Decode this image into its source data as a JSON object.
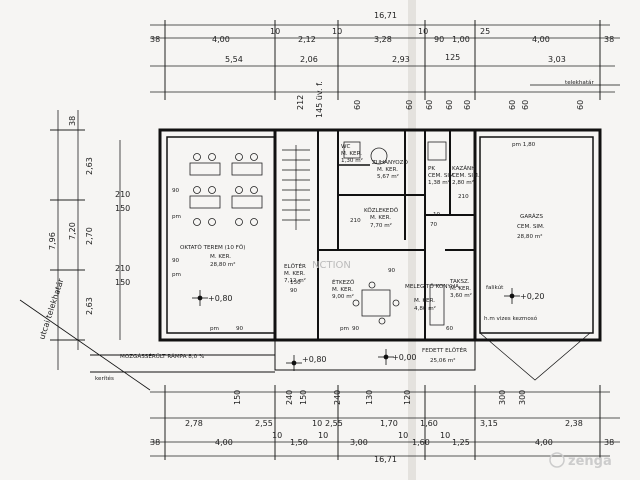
{
  "dimensions": {
    "top_total": "16,71",
    "top_row1": [
      "38",
      "4,00",
      "10",
      "2,12",
      "10",
      "3,28",
      "10",
      "90",
      "1,00",
      "25",
      "4,00",
      "38"
    ],
    "top_row2": [
      "5,54",
      "2,06",
      "2,93",
      "3,03"
    ],
    "top_row3": [
      "212",
      "145 üv. f.",
      "60",
      "60",
      "60",
      "125",
      "60",
      "60",
      "60",
      "60",
      "60"
    ],
    "bottom_total": "16,71",
    "bottom_row1": [
      "2,78",
      "2,55",
      "10",
      "2,55",
      "1,70",
      "1,60",
      "3,15",
      "2,38"
    ],
    "bottom_row2": [
      "38",
      "4,00",
      "10",
      "1,50",
      "10",
      "3,00",
      "10",
      "1,60",
      "10",
      "1,25",
      "4,00",
      "38"
    ],
    "bottom_row3": [
      "150",
      "240",
      "150",
      "240",
      "130",
      "120",
      "300",
      "300"
    ],
    "left_total": "7,96",
    "left_outer": [
      "38",
      "2,63",
      "2,70",
      "2,63"
    ],
    "left_inner": [
      "7,20",
      "2,63",
      "2,70",
      "2,63"
    ],
    "window_labels": [
      "210",
      "150",
      "210",
      "150"
    ],
    "small_marks": [
      "90",
      "90",
      "pm",
      "pm",
      "pm",
      "pm",
      "90",
      "90",
      "90",
      "130",
      "90",
      "70",
      "10",
      "210",
      "210",
      "60"
    ]
  },
  "rooms": {
    "classroom": {
      "name": "OKTATÓ TEREM (10 FŐ)",
      "floor": "M. KER.",
      "area": "28,80 m²",
      "level": "+0,80"
    },
    "restroom": {
      "name": "ZUHANYOZÓ",
      "floor": "M. KER.",
      "area": "5,67 m²"
    },
    "wc": {
      "name": "WC",
      "floor": "M. KER.",
      "area": "1,30 m²"
    },
    "corridor": {
      "name": "KÖZLEKEDŐ",
      "floor": "M. KER.",
      "area": "7,70 m²"
    },
    "hall": {
      "name": "ELŐTÉR",
      "floor": "M. KER.",
      "area": "7,12 m²"
    },
    "dining": {
      "name": "ÉTKEZŐ",
      "floor": "M. KER.",
      "area": "9,00 m²"
    },
    "kitchen": {
      "name": "MELEGÍTŐ KONYHA",
      "floor": "M. KER.",
      "area": "4,80 m²"
    },
    "storage": {
      "name": "TAKSZ.",
      "floor": "M. KER.",
      "area": "3,60 m²"
    },
    "boiler": {
      "name": "KAZÁNH.",
      "floor": "CEM. SIM.",
      "area": "2,80 m²"
    },
    "pk": {
      "name": "PK",
      "floor": "CEM. SIM.",
      "area": "1,38 m²"
    },
    "garage": {
      "name": "GARÁZS",
      "floor": "CEM. SIM.",
      "area": "28,80 m²",
      "level": "+0,20"
    },
    "porch": {
      "name": "FEDETT ELŐTÉR",
      "area": "25,06 m²"
    }
  },
  "labels": {
    "property_line": "telekhatár",
    "street_property_line": "utcai telekhatár",
    "ramp": "MOZGÁSSÉRÜLT RÁMPA 8,0 %",
    "gate": "kerítés",
    "level_ramp": "+0,80",
    "level_porch": "+0,00",
    "tap": "falikút",
    "meter": "h.m vizes kezmosó",
    "pm1": "pm 1,80"
  },
  "watermark": {
    "brand": "zenga",
    "site_fragment": "NCTION"
  },
  "colors": {
    "line": "#222222",
    "paper": "#f6f5f3"
  }
}
